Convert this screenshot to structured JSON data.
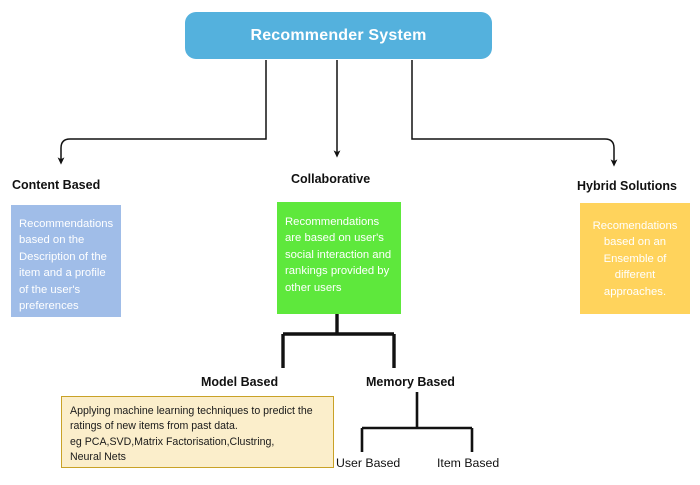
{
  "diagram": {
    "title": "Recommender System",
    "root": {
      "label": "Recommender System",
      "color": "#54b1dd",
      "text_color": "#ffffff"
    },
    "branches": [
      {
        "heading": "Content Based",
        "body": "Recommendations based on the Description of the item and a profile of the user's preferences",
        "color": "#a0bde8",
        "text_color": "#ffffff",
        "align": "left"
      },
      {
        "heading": "Collaborative",
        "body": "Recommendations are based on user's social interaction and rankings provided by other users",
        "color": "#5ee83c",
        "text_color": "#ffffff",
        "align": "left"
      },
      {
        "heading": "Hybrid Solutions",
        "body": "Recomendations based on an Ensemble of different approaches.",
        "color": "#ffd35c",
        "text_color": "#ffffff",
        "align": "center"
      }
    ],
    "collaborative_children": [
      {
        "heading": "Model Based",
        "body": "Applying machine learning techniques to predict the ratings of new items from past data.\neg PCA,SVD,Matrix Factorisation,Clustring,\nNeural Nets",
        "fill": "#fbeecb",
        "border": "#c9a227",
        "text_color": "#1a1a1a"
      },
      {
        "heading": "Memory Based",
        "leaves": [
          "User Based",
          "Item Based"
        ]
      }
    ],
    "connector_color": "#111111"
  }
}
